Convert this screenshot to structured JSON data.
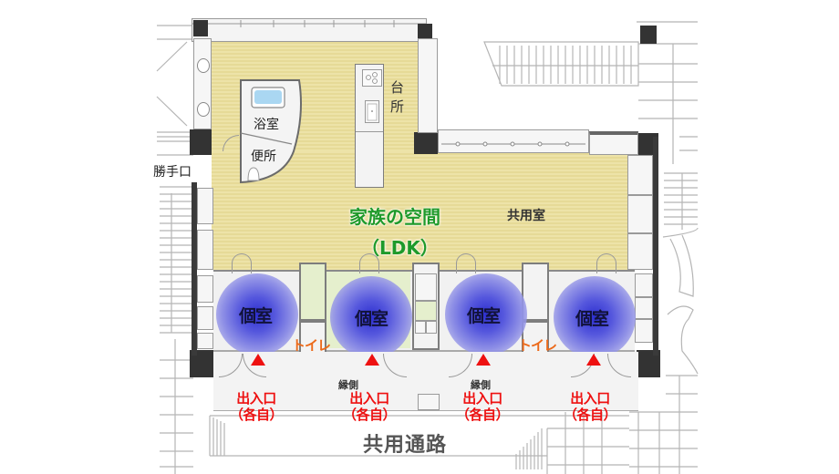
{
  "floorplan": {
    "title_ldk": "家族の空間",
    "title_ldk_sub": "（LDK）",
    "shared_room": "共用室",
    "kitchen": "台\n所",
    "kitchen_line1": "台",
    "kitchen_line2": "所",
    "bathroom": "浴室",
    "toilet_main": "便所",
    "back_door": "勝手口",
    "corridor": "共用通路",
    "private_rooms": [
      {
        "label": "個室",
        "entry": "出入口",
        "entry_sub": "（各自）"
      },
      {
        "label": "個室",
        "entry": "出入口",
        "entry_sub": "（各自）"
      },
      {
        "label": "個室",
        "entry": "出入口",
        "entry_sub": "（各自）"
      },
      {
        "label": "個室",
        "entry": "出入口",
        "entry_sub": "（各自）"
      }
    ],
    "toilets": [
      "トイレ",
      "トイレ"
    ],
    "engawa": [
      "縁側",
      "縁側"
    ]
  },
  "colors": {
    "ldk_floor": "#e9df9f",
    "ldk_text": "#1e9a2a",
    "private_glow": "#3a3cd4",
    "entry_red": "#ee1111",
    "toilet_orange": "#ec6a1a",
    "wall": "#3a3a3a"
  }
}
